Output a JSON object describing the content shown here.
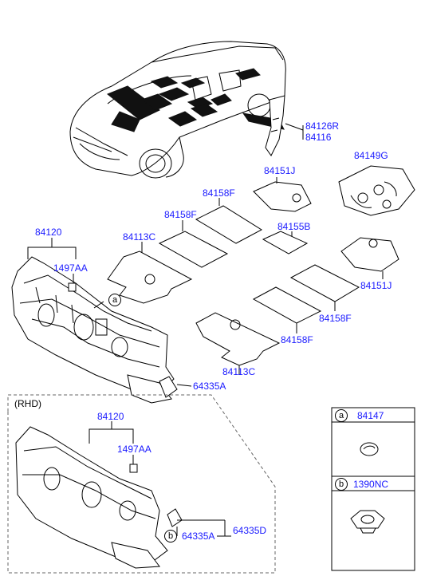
{
  "diagram": {
    "rhd_label": "(RHD)",
    "parts": {
      "p84126R": "84126R",
      "p84116": "84116",
      "p84149G": "84149G",
      "p84151J_top": "84151J",
      "p84158F_a": "84158F",
      "p84158F_b": "84158F",
      "p84155B": "84155B",
      "p84113C_a": "84113C",
      "p84120_main": "84120",
      "p1497AA_main": "1497AA",
      "p84151J_right": "84151J",
      "p84158F_c": "84158F",
      "p84158F_d": "84158F",
      "p84113C_b": "84113C",
      "p64335A_main": "64335A",
      "p84120_rhd": "84120",
      "p1497AA_rhd": "1497AA",
      "p64335A_rhd": "64335A",
      "p64335D_rhd": "64335D"
    },
    "callouts": {
      "a": "a",
      "b": "b"
    },
    "legend": {
      "a_letter": "a",
      "a_part": "84147",
      "b_letter": "b",
      "b_part": "1390NC"
    }
  }
}
